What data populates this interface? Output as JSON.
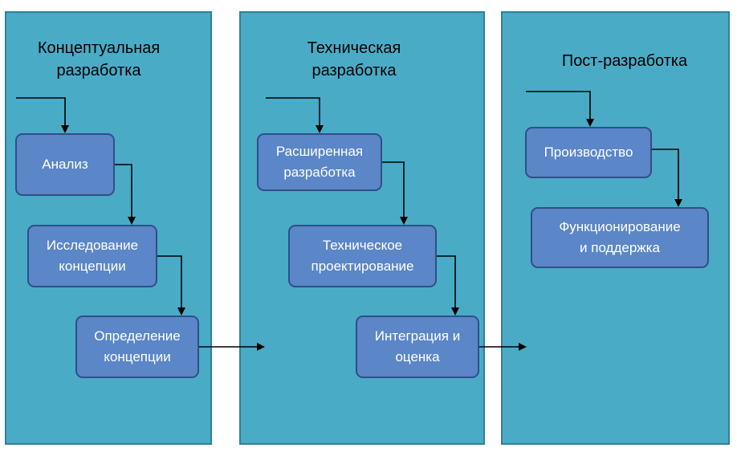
{
  "phases": [
    {
      "title": "Концептуальная\nразработка"
    },
    {
      "title": "Техническая\nразработка"
    },
    {
      "title": "Пост-разработка"
    }
  ],
  "boxes": {
    "analysis": "Анализ",
    "concept_research": "Исследование\nконцепции",
    "concept_definition": "Определение\nконцепции",
    "advanced_dev": "Расширенная\nразработка",
    "engineering_design": "Техническое\nпроектирование",
    "integration_eval": "Интеграция  и\nоценка",
    "production": "Производство",
    "operation_support": "Функционирование\nи поддержка"
  },
  "colors": {
    "phase_fill": "#4aabc6",
    "phase_border": "#2f7f99",
    "box_fill": "#5b86c8",
    "box_border": "#2f4f86",
    "arrow": "#000000"
  }
}
